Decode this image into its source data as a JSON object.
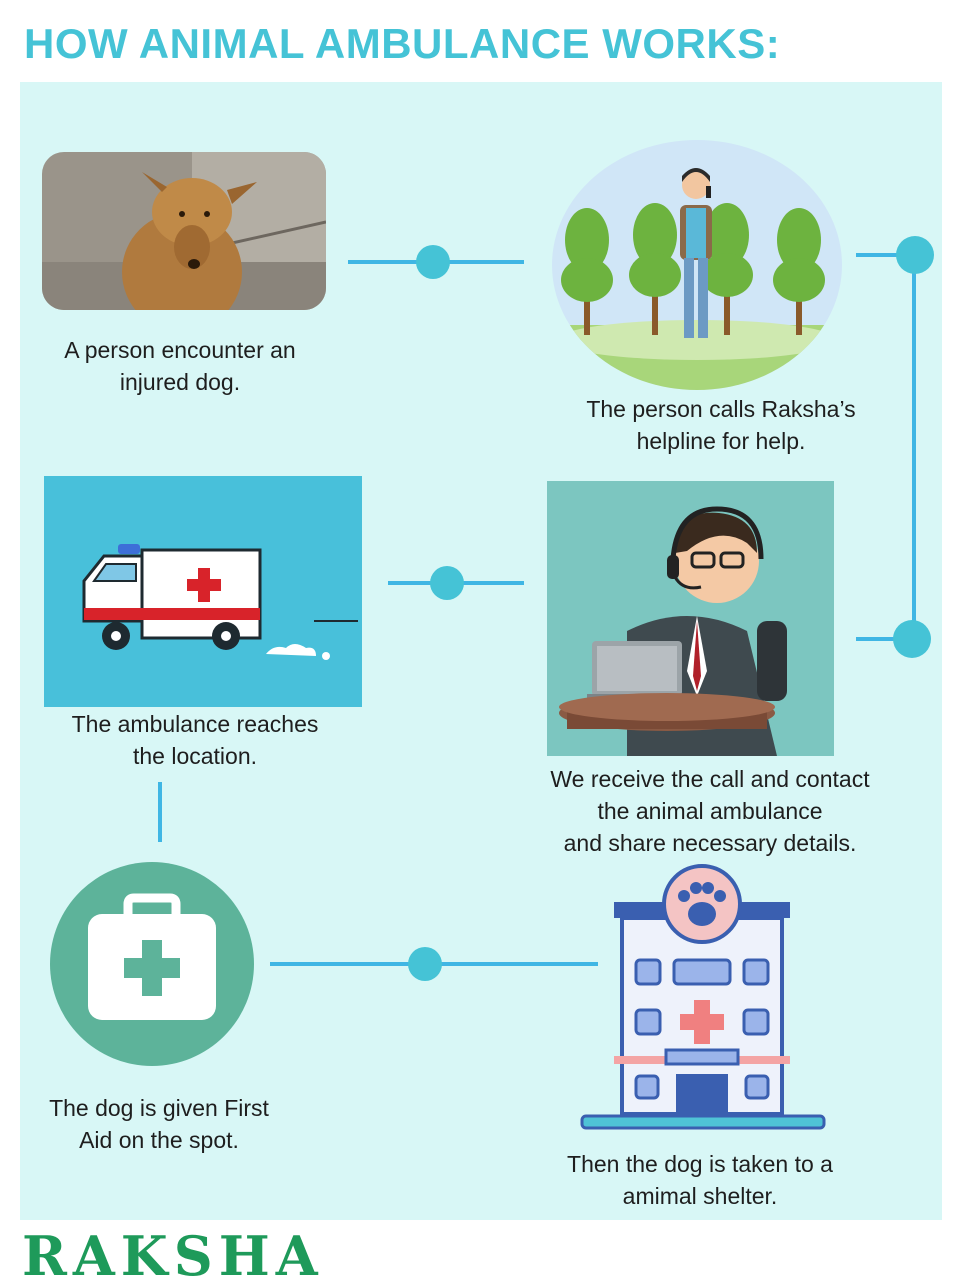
{
  "title": "HOW ANIMAL AMBULANCE WORKS:",
  "steps": [
    {
      "caption": "A person encounter an\ninjured dog.",
      "image": "injured-dog-photo"
    },
    {
      "caption": "The person calls Raksha’s\nhelpline for help.",
      "image": "person-calling-illustration"
    },
    {
      "caption": "We receive the call and contact\nthe animal ambulance\nand share necessary details.",
      "image": "call-center-operator-illustration"
    },
    {
      "caption": "The ambulance reaches\nthe location.",
      "image": "ambulance-illustration"
    },
    {
      "caption": "The dog is given First\nAid on the spot.",
      "image": "first-aid-kit-icon"
    },
    {
      "caption": "Then the dog is taken to a\namimal shelter.",
      "image": "animal-shelter-building-icon"
    }
  ],
  "logo": {
    "text": "RAKSHA"
  },
  "colors": {
    "title": "#45c3d6",
    "panel": "#d8f7f6",
    "connector": "#3fb6e4",
    "logo": "#1e9a5a"
  }
}
